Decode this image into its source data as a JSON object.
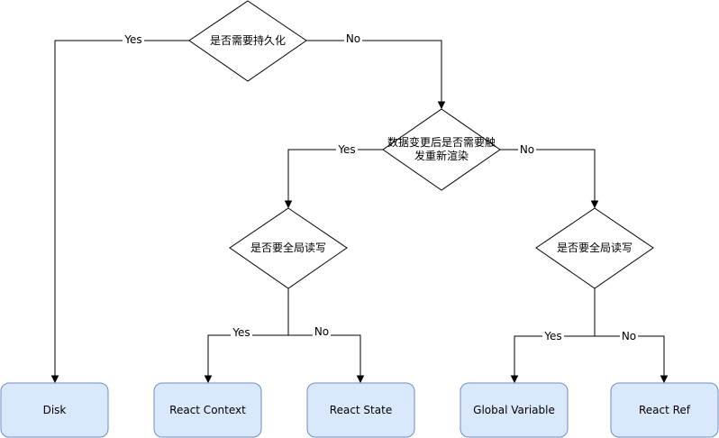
{
  "diagram": {
    "colors": {
      "line": "#000000",
      "diamond_fill": "#ffffff",
      "box_fill": "#dae8fc",
      "box_stroke": "#6c8ebf"
    },
    "decisions": {
      "persist": {
        "lines": [
          "是否需要持久化"
        ]
      },
      "rerender": {
        "lines": [
          "数据变更后是否需要触",
          "发重新渲染"
        ]
      },
      "global_left": {
        "lines": [
          "是否要全局读写"
        ]
      },
      "global_right": {
        "lines": [
          "是否要全局读写"
        ]
      }
    },
    "results": {
      "disk": {
        "label": "Disk"
      },
      "react_context": {
        "label": "React Context"
      },
      "react_state": {
        "label": "React State"
      },
      "global_variable": {
        "label": "Global Variable"
      },
      "react_ref": {
        "label": "React Ref"
      }
    },
    "edges": {
      "persist_yes": {
        "label": "Yes"
      },
      "persist_no": {
        "label": "No"
      },
      "rerender_yes": {
        "label": "Yes"
      },
      "rerender_no": {
        "label": "No"
      },
      "global_left_yes": {
        "label": "Yes"
      },
      "global_left_no": {
        "label": "No"
      },
      "global_right_yes": {
        "label": "Yes"
      },
      "global_right_no": {
        "label": "No"
      }
    }
  }
}
